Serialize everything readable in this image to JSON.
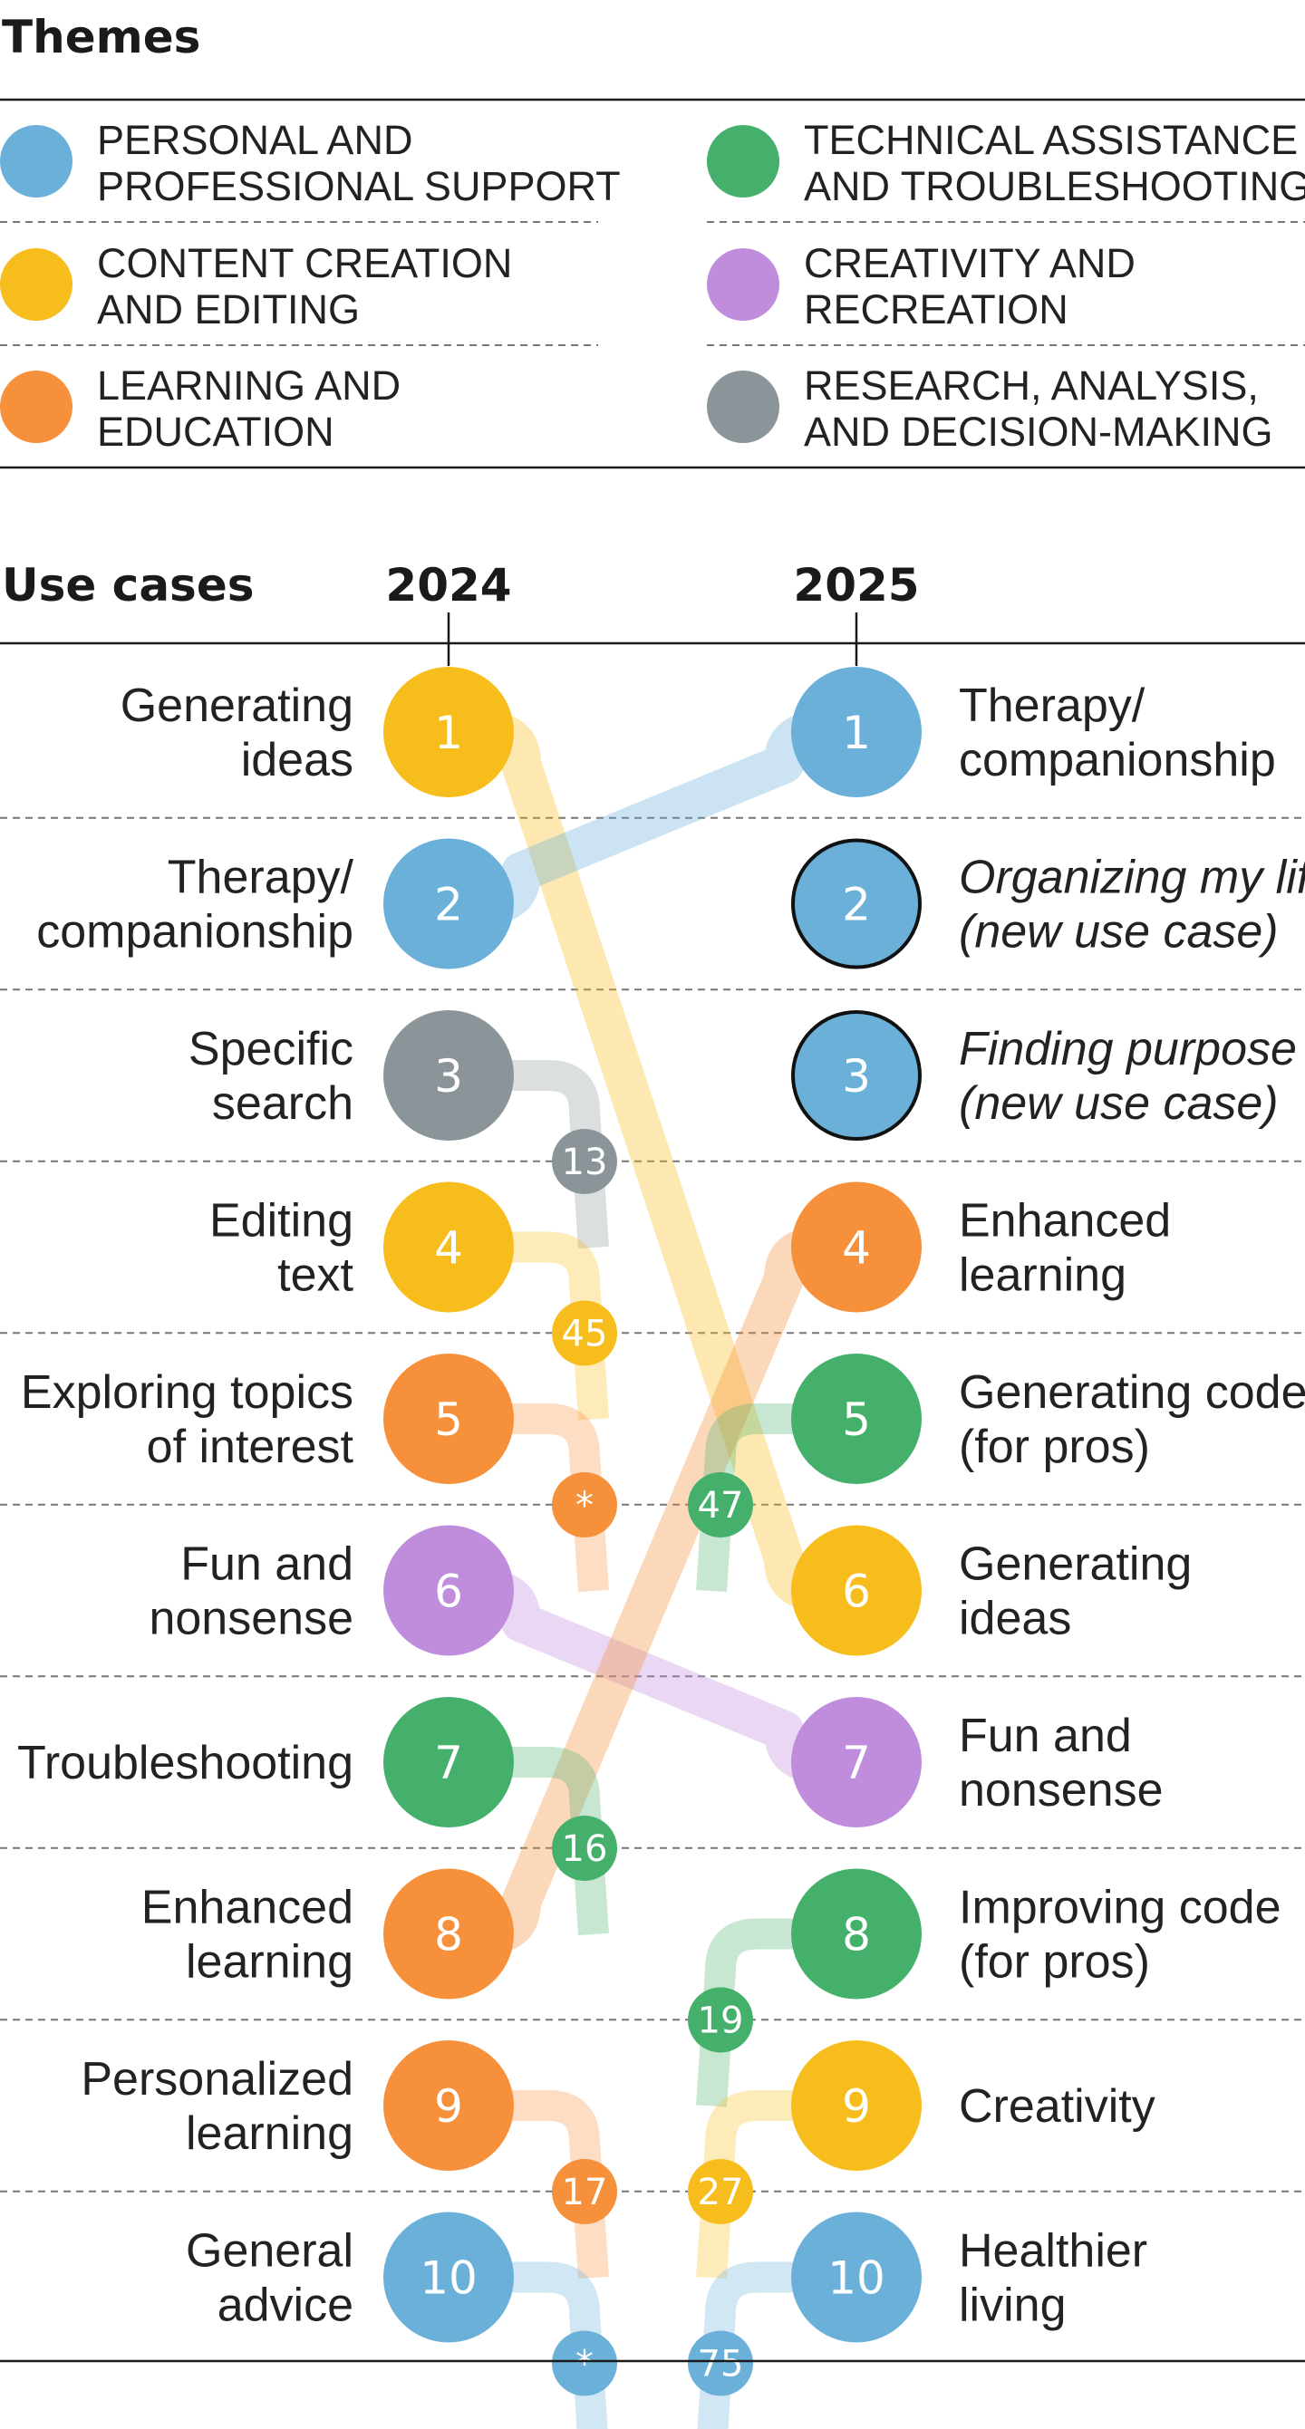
{
  "themes": {
    "title": "Themes",
    "items": [
      {
        "lines": [
          "PERSONAL AND",
          "PROFESSIONAL SUPPORT"
        ],
        "color": "#6bb0d9"
      },
      {
        "lines": [
          "TECHNICAL ASSISTANCE",
          "AND TROUBLESHOOTING"
        ],
        "color": "#45b06c"
      },
      {
        "lines": [
          "CONTENT CREATION",
          "AND EDITING"
        ],
        "color": "#f7bd1c"
      },
      {
        "lines": [
          "CREATIVITY AND",
          "RECREATION"
        ],
        "color": "#c08ddd"
      },
      {
        "lines": [
          "LEARNING AND",
          "EDUCATION"
        ],
        "color": "#f7903a"
      },
      {
        "lines": [
          "RESEARCH, ANALYSIS,",
          "AND DECISION-MAKING"
        ],
        "color": "#8b9599"
      }
    ]
  },
  "use_cases": {
    "title": "Use cases",
    "year_left": "2024",
    "year_right": "2025",
    "left": [
      {
        "rank": "1",
        "lines": [
          "Generating",
          "ideas"
        ],
        "theme": 2
      },
      {
        "rank": "2",
        "lines": [
          "Therapy/",
          "companionship"
        ],
        "theme": 0
      },
      {
        "rank": "3",
        "lines": [
          "Specific",
          "search"
        ],
        "theme": 5
      },
      {
        "rank": "4",
        "lines": [
          "Editing",
          "text"
        ],
        "theme": 2
      },
      {
        "rank": "5",
        "lines": [
          "Exploring topics",
          "of interest"
        ],
        "theme": 4
      },
      {
        "rank": "6",
        "lines": [
          "Fun and",
          "nonsense"
        ],
        "theme": 3
      },
      {
        "rank": "7",
        "lines": [
          "Troubleshooting"
        ],
        "theme": 1
      },
      {
        "rank": "8",
        "lines": [
          "Enhanced",
          "learning"
        ],
        "theme": 4
      },
      {
        "rank": "9",
        "lines": [
          "Personalized",
          "learning"
        ],
        "theme": 4
      },
      {
        "rank": "10",
        "lines": [
          "General",
          "advice"
        ],
        "theme": 0
      }
    ],
    "right": [
      {
        "rank": "1",
        "lines": [
          "Therapy/",
          "companionship"
        ],
        "theme": 0,
        "new": false
      },
      {
        "rank": "2",
        "lines": [
          "Organizing my life",
          "(new use case)"
        ],
        "theme": 0,
        "new": true
      },
      {
        "rank": "3",
        "lines": [
          "Finding purpose",
          "(new use case)"
        ],
        "theme": 0,
        "new": true
      },
      {
        "rank": "4",
        "lines": [
          "Enhanced",
          "learning"
        ],
        "theme": 4,
        "new": false
      },
      {
        "rank": "5",
        "lines": [
          "Generating code",
          "(for pros)"
        ],
        "theme": 1,
        "new": false
      },
      {
        "rank": "6",
        "lines": [
          "Generating",
          "ideas"
        ],
        "theme": 2,
        "new": false
      },
      {
        "rank": "7",
        "lines": [
          "Fun and",
          "nonsense"
        ],
        "theme": 3,
        "new": false
      },
      {
        "rank": "8",
        "lines": [
          "Improving code",
          "(for pros)"
        ],
        "theme": 1,
        "new": false
      },
      {
        "rank": "9",
        "lines": [
          "Creativity"
        ],
        "theme": 2,
        "new": false
      },
      {
        "rank": "10",
        "lines": [
          "Healthier",
          "living"
        ],
        "theme": 0,
        "new": false
      }
    ],
    "connections": [
      {
        "from": 1,
        "to": 6,
        "theme": 2
      },
      {
        "from": 2,
        "to": 1,
        "theme": 0
      },
      {
        "from": 6,
        "to": 7,
        "theme": 3
      },
      {
        "from": 8,
        "to": 4,
        "theme": 4
      }
    ],
    "dropped": [
      {
        "from": 3,
        "new_rank": "13",
        "theme": 5
      },
      {
        "from": 4,
        "new_rank": "45",
        "theme": 2
      },
      {
        "from": 5,
        "new_rank": "*",
        "theme": 4
      },
      {
        "from": 7,
        "new_rank": "16",
        "theme": 1
      },
      {
        "from": 9,
        "new_rank": "17",
        "theme": 4
      },
      {
        "from": 10,
        "new_rank": "*",
        "theme": 0
      }
    ],
    "risen": [
      {
        "to": 5,
        "old_rank": "47",
        "theme": 1
      },
      {
        "to": 8,
        "old_rank": "19",
        "theme": 1
      },
      {
        "to": 9,
        "old_rank": "27",
        "theme": 2
      },
      {
        "to": 10,
        "old_rank": "75",
        "theme": 0
      }
    ]
  }
}
